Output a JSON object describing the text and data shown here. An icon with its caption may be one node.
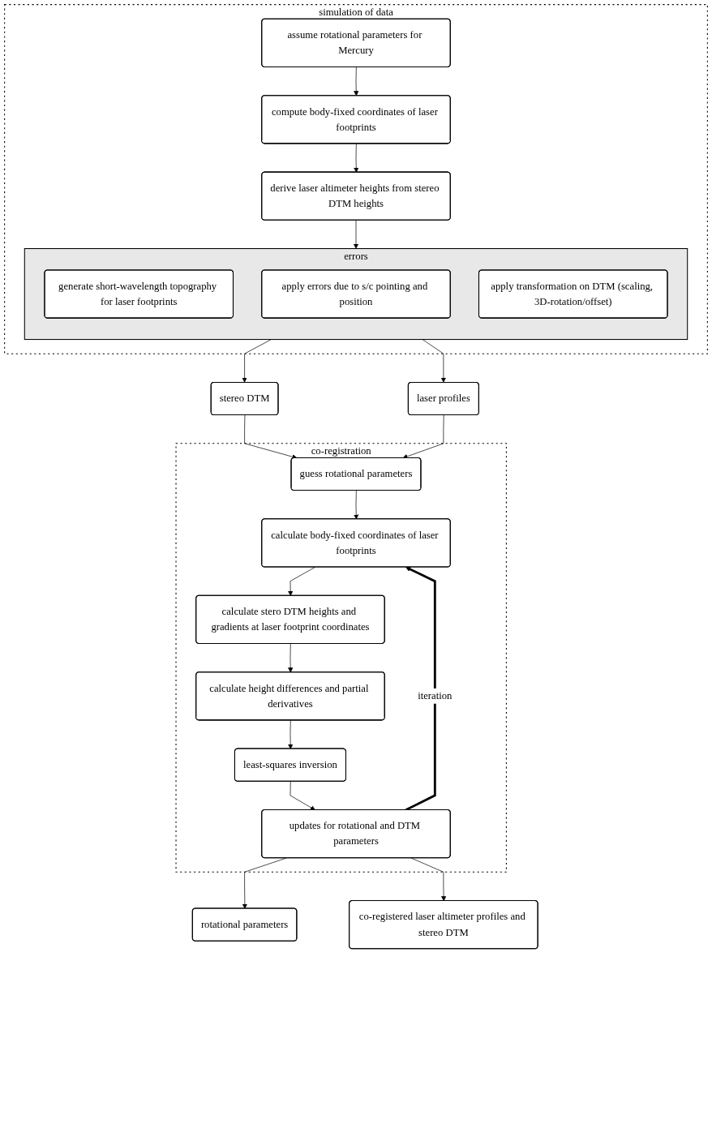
{
  "diagram": {
    "nodes": [
      {
        "text": [
          "simulation of data"
        ]
      },
      {
        "text": [
          "assume rotational parameters for Mercury"
        ],
        "in": 0
      },
      {
        "text": [
          "compute body-fixed coordinates of laser footprints"
        ],
        "in": 0
      },
      {
        "text": [
          "derive laser altimeter heights from stereo DTM heights"
        ],
        "in": 0
      },
      {
        "text": [
          "errors"
        ],
        "in": 0
      },
      {
        "text": [
          "generate short-wavelength topography for laser footprints"
        ],
        "in": 4
      },
      {
        "text": [
          "apply errors due to s/c pointing and position"
        ],
        "in": 4
      },
      {
        "text": [
          "apply transformation on DTM (scaling, 3D-rotation/offset)"
        ],
        "in": 4
      },
      {
        "text": [
          "stereo DTM"
        ]
      },
      {
        "text": [
          "laser profiles"
        ]
      },
      {
        "text": [
          "co-registration"
        ]
      },
      {
        "text": [
          "guess rotational parameters"
        ],
        "in": 10
      },
      {
        "text": [
          "calculate body-fixed coordinates of laser footprints"
        ],
        "in": 10
      },
      {
        "text": [
          "calculate stero DTM heights and gradients at laser footprint coordinates"
        ],
        "in": 10
      },
      {
        "text": [
          "calculate height differences and partial derivatives"
        ],
        "in": 10
      },
      {
        "text": [
          "least-squares inversion"
        ],
        "in": 10
      },
      {
        "text": [
          "updates for rotational and DTM parameters"
        ],
        "in": 10
      },
      {
        "text": [
          "rotational parameters"
        ]
      },
      {
        "text": [
          "co-registered laser altimeter profiles and stereo DTM"
        ]
      }
    ],
    "edges": [
      {
        "from": 1,
        "to": 2,
        "arrow": "to"
      },
      {
        "from": 2,
        "to": 3,
        "arrow": "to"
      },
      {
        "from": 3,
        "to": 4,
        "arrow": "to"
      },
      {
        "from": 4,
        "to": 8,
        "arrow": "to"
      },
      {
        "from": 4,
        "to": 9,
        "arrow": "to"
      },
      {
        "from": 8,
        "to": 11,
        "arrow": "to"
      },
      {
        "from": 9,
        "to": 11,
        "arrow": "to"
      },
      {
        "from": 11,
        "to": 12,
        "arrow": "to"
      },
      {
        "from": 12,
        "to": 13,
        "arrow": "to"
      },
      {
        "from": 13,
        "to": 14,
        "arrow": "to"
      },
      {
        "from": 14,
        "to": 15,
        "arrow": "to"
      },
      {
        "from": 15,
        "to": 16,
        "arrow": "to"
      },
      {
        "from": 16,
        "to": 12,
        "arrow": "to",
        "label": "iteration",
        "style": "thick"
      },
      {
        "from": 16,
        "to": 17,
        "arrow": "to"
      },
      {
        "from": 16,
        "to": 18,
        "arrow": "to"
      }
    ]
  }
}
